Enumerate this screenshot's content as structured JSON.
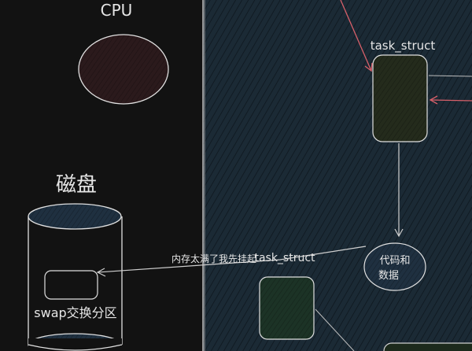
{
  "labels": {
    "cpu": "CPU",
    "disk": "磁盘",
    "swap": "swap交换分区",
    "task_struct_top": "task_struct",
    "task_struct_bottom": "task_struct",
    "memory_note": "内存太满了我先挂起",
    "code_data_line1": "代码和",
    "code_data_line2": "数据"
  },
  "colors": {
    "background": "#121212",
    "memory_region": "#1b2a35",
    "stroke": "#d8d8d8",
    "cpu_fill": "#2b1a1c",
    "disk_cap_fill": "#203040",
    "task_fill_top": "#22291c",
    "task_fill_bottom": "#1c3326",
    "arrow_red": "#d8606a"
  }
}
